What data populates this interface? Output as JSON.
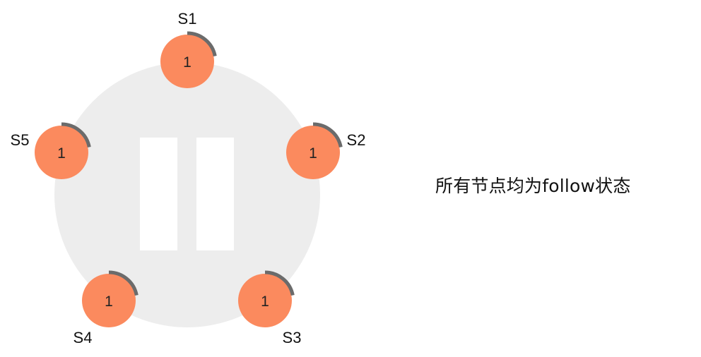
{
  "caption": "所有节点均为follow状态",
  "nodes": [
    {
      "id": "S1",
      "label": "S1",
      "term": "1",
      "timeout_progress": 0.22
    },
    {
      "id": "S2",
      "label": "S2",
      "term": "1",
      "timeout_progress": 0.22
    },
    {
      "id": "S3",
      "label": "S3",
      "term": "1",
      "timeout_progress": 0.22
    },
    {
      "id": "S4",
      "label": "S4",
      "term": "1",
      "timeout_progress": 0.22
    },
    {
      "id": "S5",
      "label": "S5",
      "term": "1",
      "timeout_progress": 0.22
    }
  ],
  "playback_state": "paused",
  "colors": {
    "node_fill": "#FB8A5E",
    "timer_arc": "#6B6B6B",
    "cluster_background": "#EDEDED",
    "pause_icon": "#FFFFFF"
  }
}
